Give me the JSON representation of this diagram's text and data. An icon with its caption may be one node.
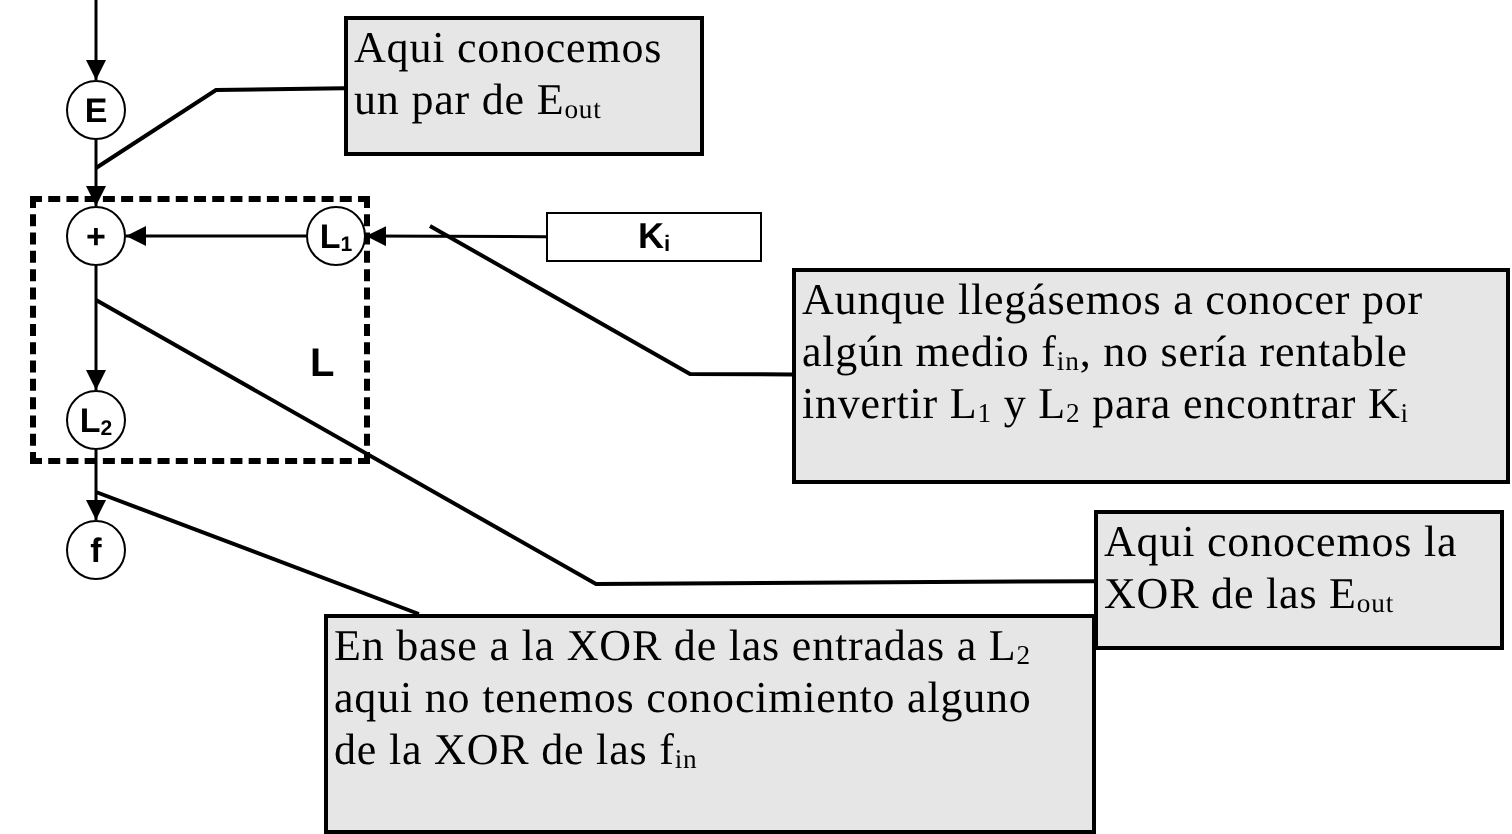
{
  "diagram": {
    "nodes": [
      {
        "text": [
          "L"
        ]
      },
      {
        "text": [
          "E"
        ]
      },
      {
        "text": [
          "+"
        ],
        "in": 0
      },
      {
        "text": [
          "L$_{1}$"
        ],
        "in": 0
      },
      {
        "text": [
          "L$_{2}$"
        ],
        "in": 0
      },
      {
        "text": [
          "f"
        ]
      },
      {
        "text": [
          "K$_{i}$"
        ]
      },
      {
        "text": [
          "Aqui conocemos un par de E$_{out}$"
        ]
      },
      {
        "text": [
          "Aunque llegásemos a conocer por algún medio f$_{in}$, no sería rentable invertir L$_{1}$ y L$_{2}$ para encontrar K$_{i}$"
        ]
      },
      {
        "text": [
          "Aqui conocemos la XOR de las E$_{out}$"
        ]
      },
      {
        "text": [
          "En base a la XOR de las entradas a L$_{2}$ aqui no tenemos conocimiento alguno de la XOR de las f$_{in}$"
        ]
      }
    ],
    "edges": [
      {
        "from": null,
        "to": 1,
        "arrow": "to"
      },
      {
        "from": 1,
        "to": 2,
        "arrow": "to"
      },
      {
        "from": 3,
        "to": 2,
        "arrow": "to"
      },
      {
        "from": 6,
        "to": 3,
        "arrow": "to"
      },
      {
        "from": 2,
        "to": 4,
        "arrow": "to"
      },
      {
        "from": 4,
        "to": 5,
        "arrow": "to"
      },
      {
        "from": 7,
        "to": null,
        "arrow": "none"
      },
      {
        "from": 8,
        "to": null,
        "arrow": "none"
      },
      {
        "from": 9,
        "to": null,
        "arrow": "none"
      },
      {
        "from": 10,
        "to": null,
        "arrow": "none"
      }
    ]
  }
}
